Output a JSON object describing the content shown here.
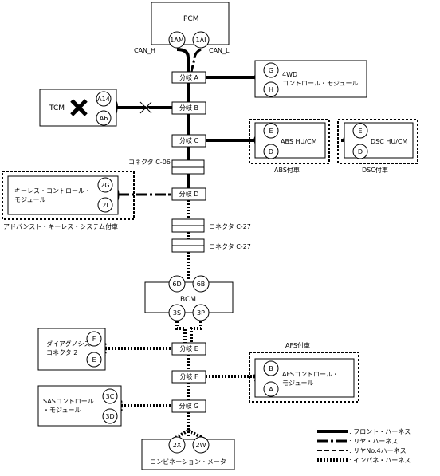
{
  "components": {
    "pcm": {
      "label": "PCM",
      "pin1": "1AM",
      "pin2": "1AI",
      "can_h": "CAN_H",
      "can_l": "CAN_L"
    },
    "fourwd": {
      "pin1": "G",
      "pin2": "H",
      "label1": "4WD",
      "label2": "コントロール・モジュール"
    },
    "tcm": {
      "label": "TCM",
      "pin1": "A14",
      "pin2": "A6"
    },
    "abs": {
      "pin1": "E",
      "pin2": "D",
      "label": "ABS HU/CM",
      "option": "ABS付車"
    },
    "dsc": {
      "pin1": "E",
      "pin2": "D",
      "label": "DSC HU/CM",
      "option": "DSC付車"
    },
    "keyless": {
      "pin1": "2G",
      "pin2": "2I",
      "label1": "キーレス・コントロール・",
      "label2": "モジュール",
      "option": "アドバンスト・キーレス・システム付車"
    },
    "bcm": {
      "label": "BCM",
      "pin_tl": "6D",
      "pin_tr": "6B",
      "pin_bl": "3S",
      "pin_br": "3P"
    },
    "diag": {
      "pin1": "F",
      "pin2": "E",
      "label1": "ダイアグノシス・",
      "label2": "コネクタ 2"
    },
    "afs": {
      "pin1": "B",
      "pin2": "A",
      "label1": "AFSコントロール・",
      "label2": "モジュール",
      "option": "AFS付車"
    },
    "sas": {
      "pin1": "3C",
      "pin2": "3D",
      "label1": "SASコントロール",
      "label2": "・モジュール"
    },
    "meter": {
      "pin1": "2X",
      "pin2": "2W",
      "label": "コンビネーション・メータ"
    }
  },
  "junctions": {
    "a": "分岐 A",
    "b": "分岐 B",
    "c": "分岐 C",
    "d": "分岐 D",
    "e": "分岐 E",
    "f": "分岐 F",
    "g": "分岐 G"
  },
  "connectors": {
    "c06": "コネクタ C-06",
    "c27a": "コネクタ C-27",
    "c27b": "コネクタ C-27"
  },
  "legend": {
    "front": ": フロント・ハーネス",
    "rear": ": リヤ・ハーネス",
    "no4": ": リヤNo.4ハーネス",
    "instrument": ": インパネ・ハーネス"
  }
}
